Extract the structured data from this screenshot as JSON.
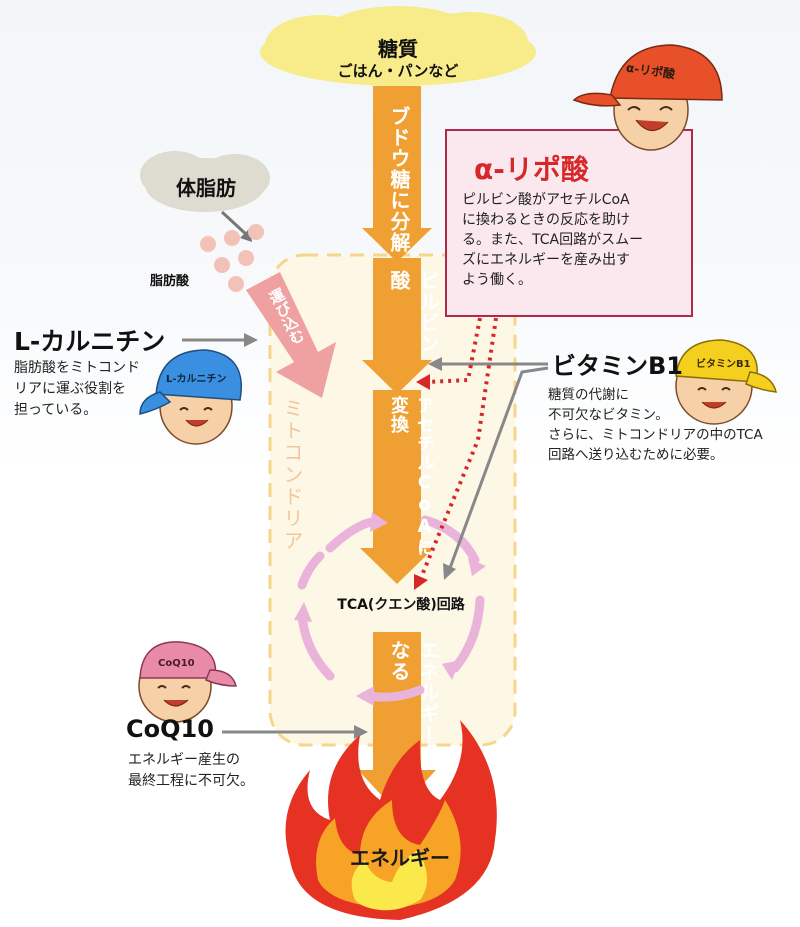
{
  "sugar": {
    "title": "糖質",
    "subtitle": "ごはん・パンなど"
  },
  "main_steps": {
    "step1": "ブドウ糖に分解",
    "step2": "ピルビン酸",
    "step3": "アセチルCoAに変換",
    "tca": "TCA(クエン酸)回路",
    "step4": "エネルギーになる",
    "final": "エネルギー"
  },
  "fat": {
    "title": "体脂肪",
    "fatty_acid": "脂肪酸",
    "carry": "運び込む"
  },
  "mitochondria_label": "ミトコンドリア",
  "lipoic": {
    "title": "α-リポ酸",
    "desc_lines": [
      "ピルビン酸がアセチルCoA",
      "に換わるときの反応を助け",
      "る。また、TCA回路がスムー",
      "ズにエネルギーを産み出す",
      "よう働く。"
    ],
    "cap_text": "α-リポ酸"
  },
  "carnitine": {
    "title": "L-カルニチン",
    "desc_lines": [
      "脂肪酸をミトコンド",
      "リアに運ぶ役割を",
      "担っている。"
    ],
    "cap_text": "L-カルニチン"
  },
  "vitaminb1": {
    "title": "ビタミンB1",
    "desc_lines": [
      "糖質の代謝に",
      "不可欠なビタミン。",
      "さらに、ミトコンドリアの中のTCA",
      "回路へ送り込むために必要。"
    ],
    "cap_text": "ビタミンB1"
  },
  "coq10": {
    "title": "CoQ10",
    "desc_lines": [
      "エネルギー産生の",
      "最終工程に不可欠。"
    ],
    "cap_text": "CoQ10"
  },
  "colors": {
    "orange": "#f0a033",
    "red": "#d62828",
    "pink_box": "#fbe8ee",
    "fat_cloud": "#dcd8c8",
    "mito_fill": "#fdf6e3",
    "mito_border": "#f6d68a",
    "cap_red": "#e8502a",
    "cap_blue": "#3b8fe0",
    "cap_yellow": "#f4cf1e",
    "cap_pink": "#e98aa8"
  }
}
